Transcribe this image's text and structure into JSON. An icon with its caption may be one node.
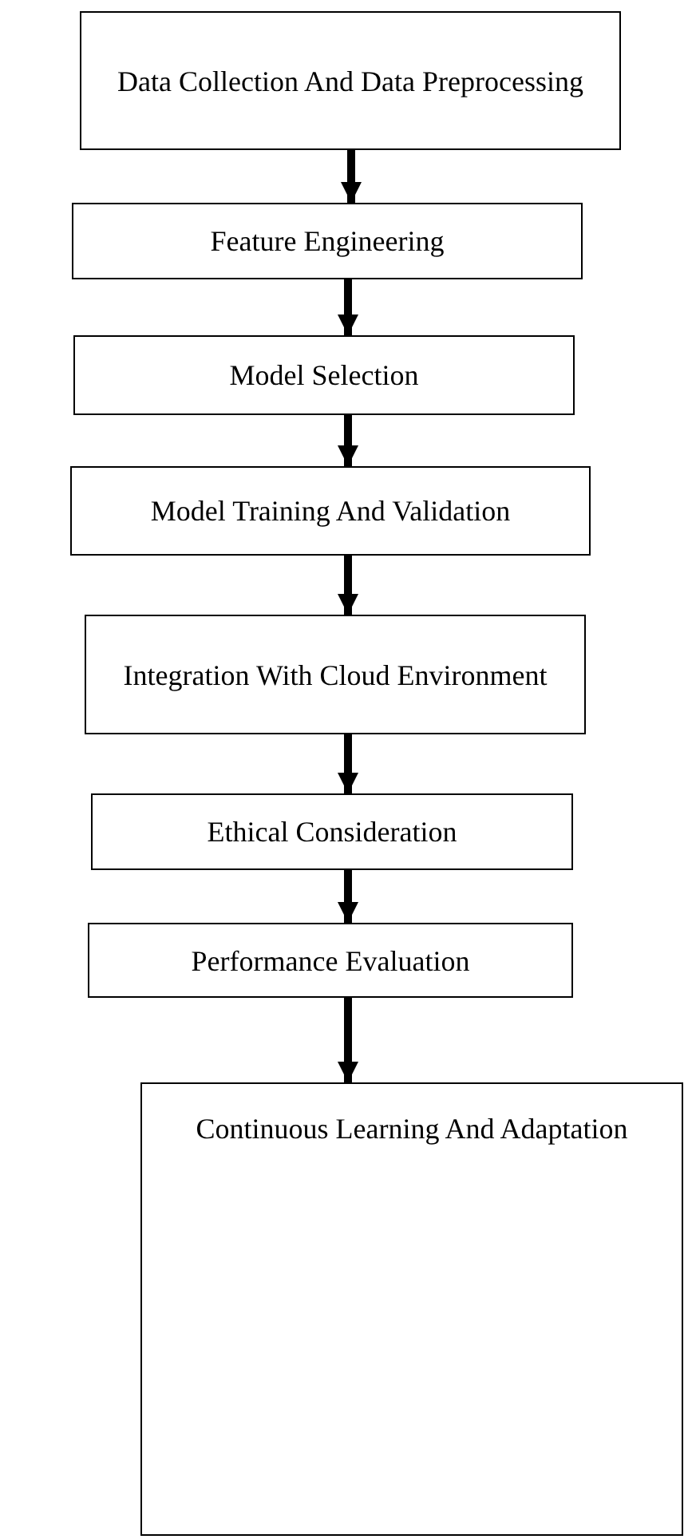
{
  "diagram": {
    "nodes": [
      {
        "text": [
          "Data Collection And Data Preprocessing"
        ]
      },
      {
        "text": [
          "Feature Engineering"
        ]
      },
      {
        "text": [
          "Model Selection"
        ]
      },
      {
        "text": [
          "Model Training And Validation"
        ]
      },
      {
        "text": [
          "Integration With Cloud Environment"
        ]
      },
      {
        "text": [
          "Ethical Consideration"
        ]
      },
      {
        "text": [
          "Performance Evaluation"
        ]
      },
      {
        "text": [
          "Continuous Learning And Adaptation"
        ]
      }
    ],
    "edges": [
      {
        "from": 0,
        "to": 1,
        "arrow": "to"
      },
      {
        "from": 1,
        "to": 2,
        "arrow": "to"
      },
      {
        "from": 2,
        "to": 3,
        "arrow": "to"
      },
      {
        "from": 3,
        "to": 4,
        "arrow": "to"
      },
      {
        "from": 4,
        "to": 5,
        "arrow": "to"
      },
      {
        "from": 5,
        "to": 6,
        "arrow": "to"
      },
      {
        "from": 6,
        "to": 7,
        "arrow": "to"
      }
    ]
  }
}
